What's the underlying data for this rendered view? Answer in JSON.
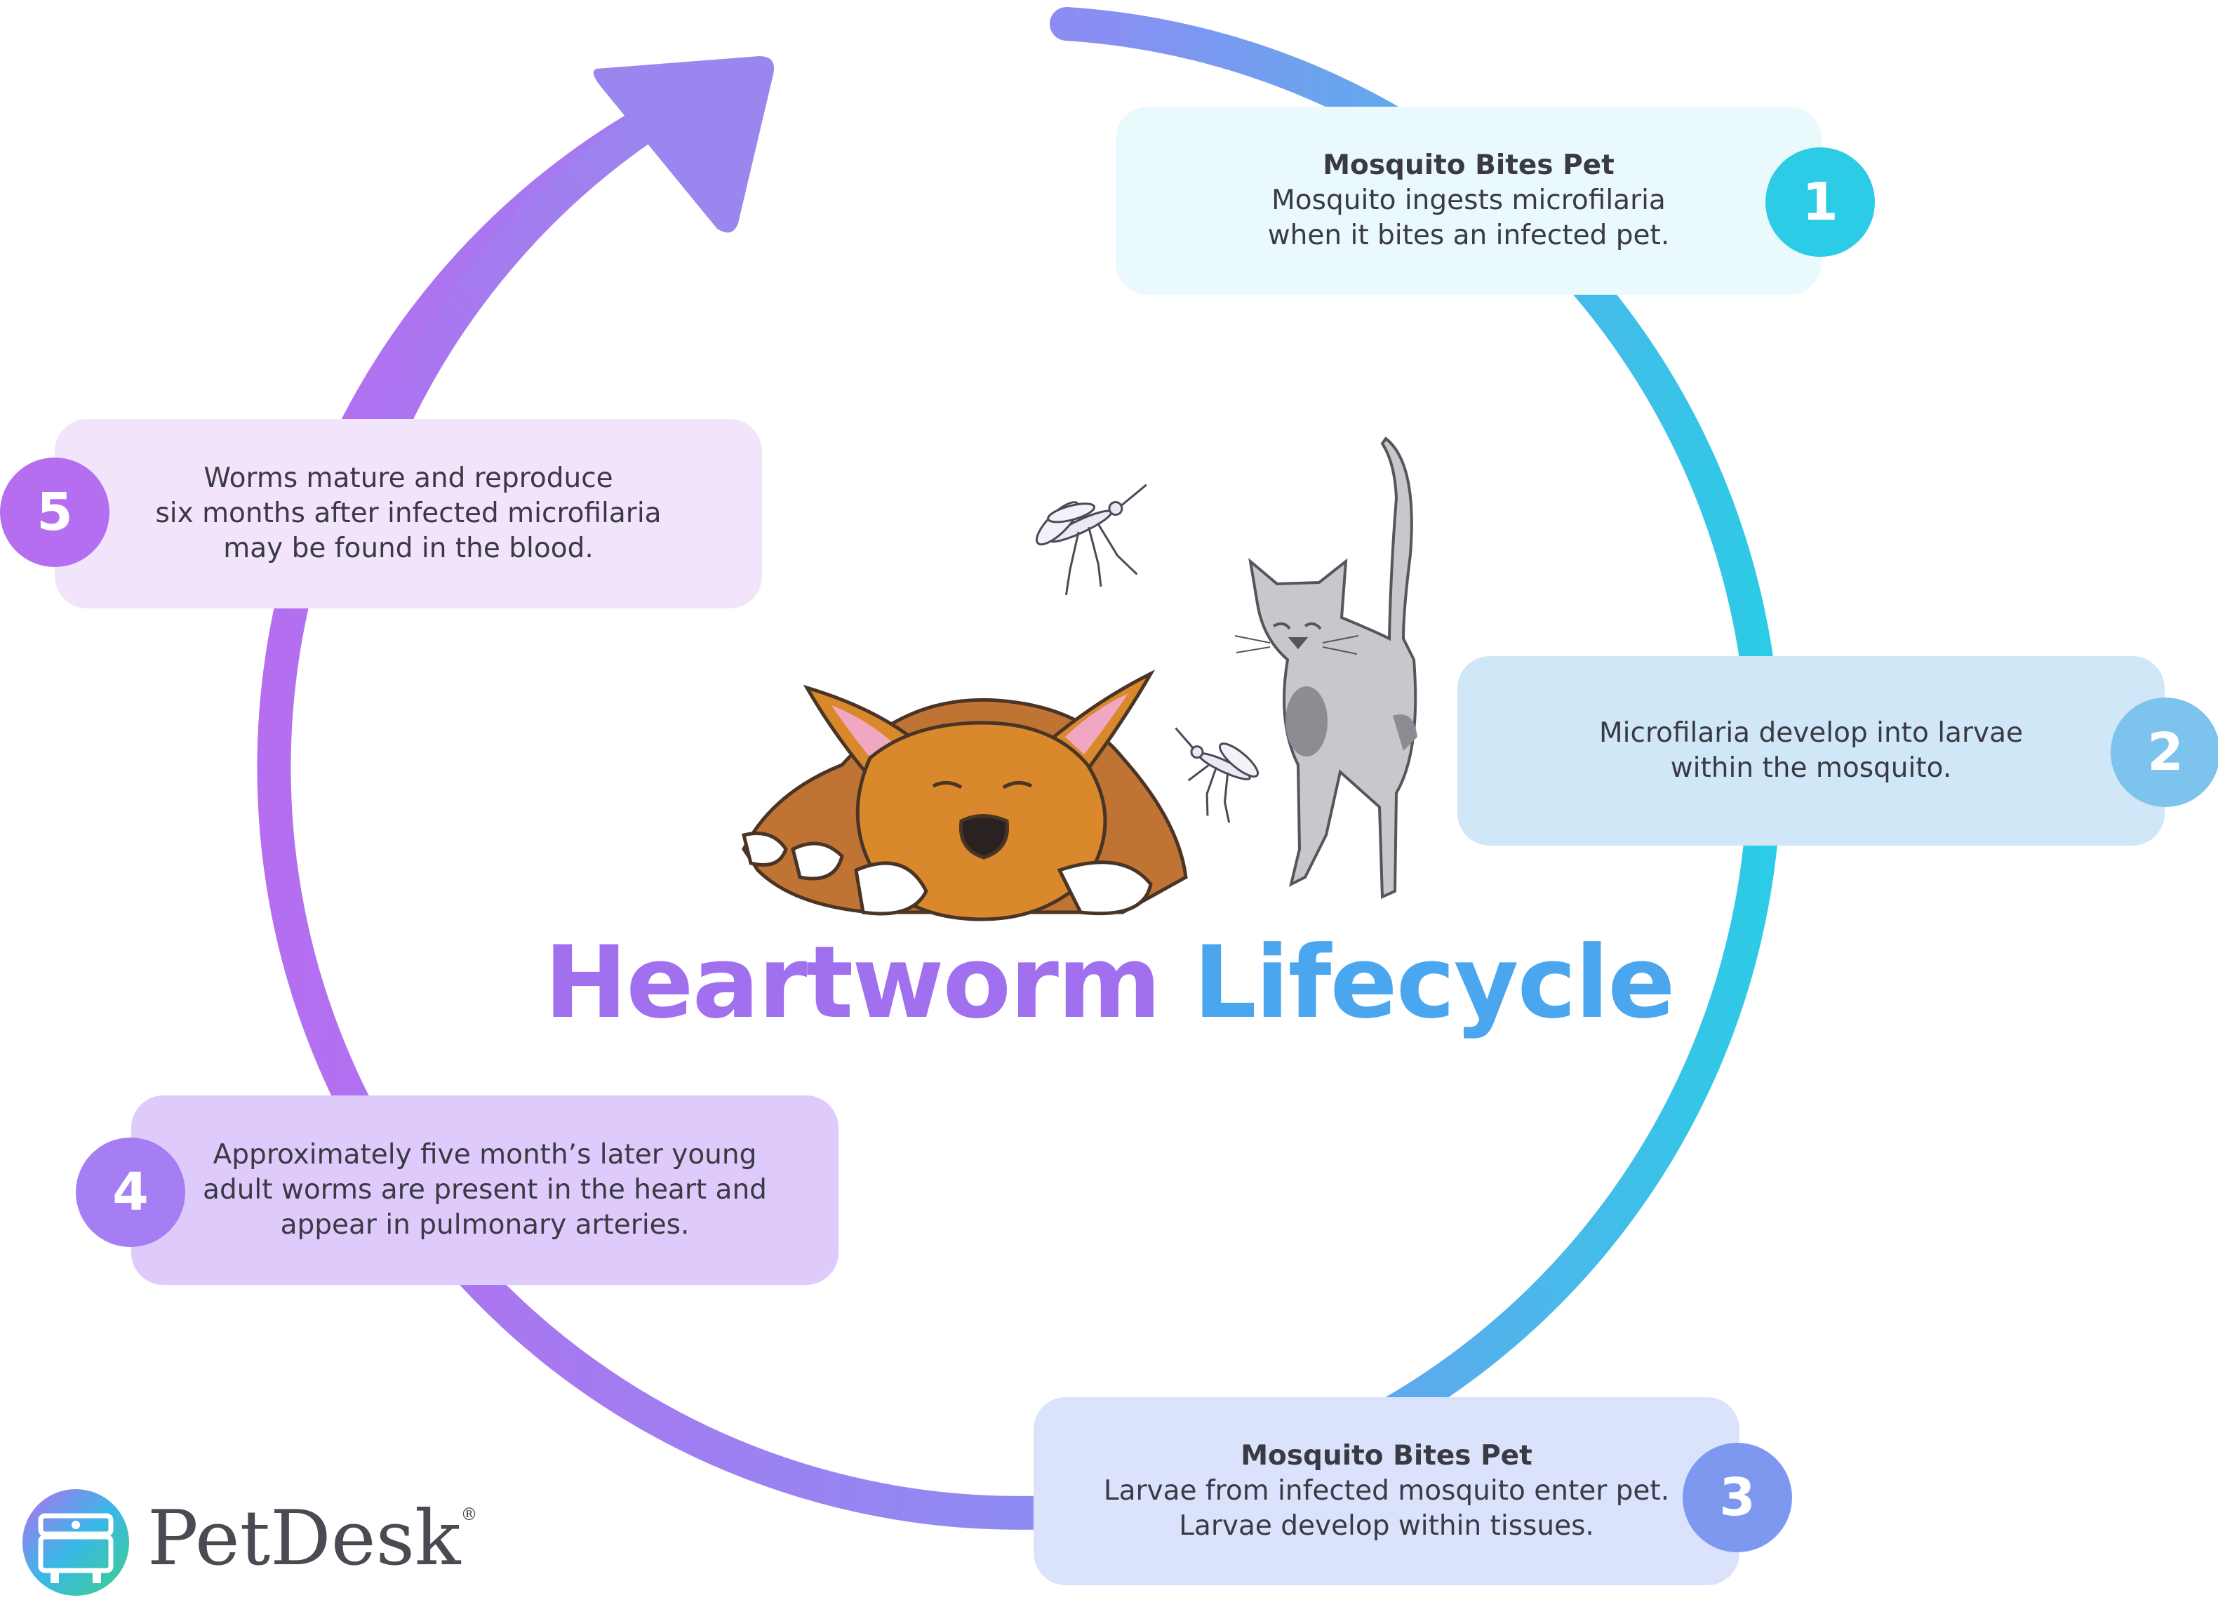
{
  "title": {
    "word1": "Heartworm",
    "word2": "Lifecycle"
  },
  "colors": {
    "arc_start": "#b56ef0",
    "arc_end": "#2ccbe6",
    "title_purple": "#a070ef",
    "title_blue": "#4aa6ef"
  },
  "steps": [
    {
      "number": "1",
      "title": "Mosquito Bites Pet",
      "lines": [
        "Mosquito ingests microfilaria",
        "when it bites an infected pet."
      ]
    },
    {
      "number": "2",
      "title": "",
      "lines": [
        "Microfilaria develop into larvae",
        "within the mosquito."
      ]
    },
    {
      "number": "3",
      "title": "Mosquito Bites Pet",
      "lines": [
        "Larvae from infected mosquito enter pet.",
        "Larvae develop within tissues."
      ]
    },
    {
      "number": "4",
      "title": "",
      "lines": [
        "Approximately five month’s later young",
        "adult worms are present in the heart and",
        "appear in pulmonary arteries."
      ]
    },
    {
      "number": "5",
      "title": "",
      "lines": [
        "Worms mature and reproduce",
        "six months after infected microfilaria",
        "may be found in the blood."
      ]
    }
  ],
  "brand": {
    "name": "PetDesk",
    "mark": "®"
  },
  "illustration": {
    "icons": [
      "dog-icon",
      "cat-icon",
      "mosquito-icon"
    ]
  }
}
